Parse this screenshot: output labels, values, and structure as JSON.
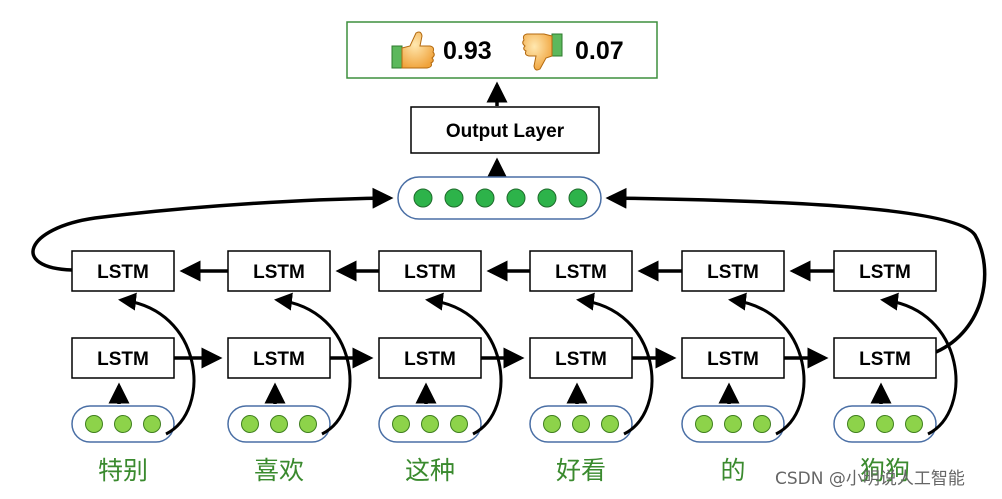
{
  "result": {
    "positive_score": "0.93",
    "negative_score": "0.07",
    "positive_icon": "thumbs-up-icon",
    "negative_icon": "thumbs-down-icon"
  },
  "output_layer_label": "Output Layer",
  "lstm_label": "LSTM",
  "words": [
    "特别",
    "喜欢",
    "这种",
    "好看",
    "的",
    "狗狗"
  ],
  "watermark": "CSDN @小明说人工智能",
  "colors": {
    "node_fill": "#2db34a",
    "embed_node_fill": "#8dd34a",
    "word_color": "#3a8a2e",
    "result_border": "#3d8f3d",
    "capsule_border": "#4a6fa5",
    "arrow": "#000000"
  }
}
